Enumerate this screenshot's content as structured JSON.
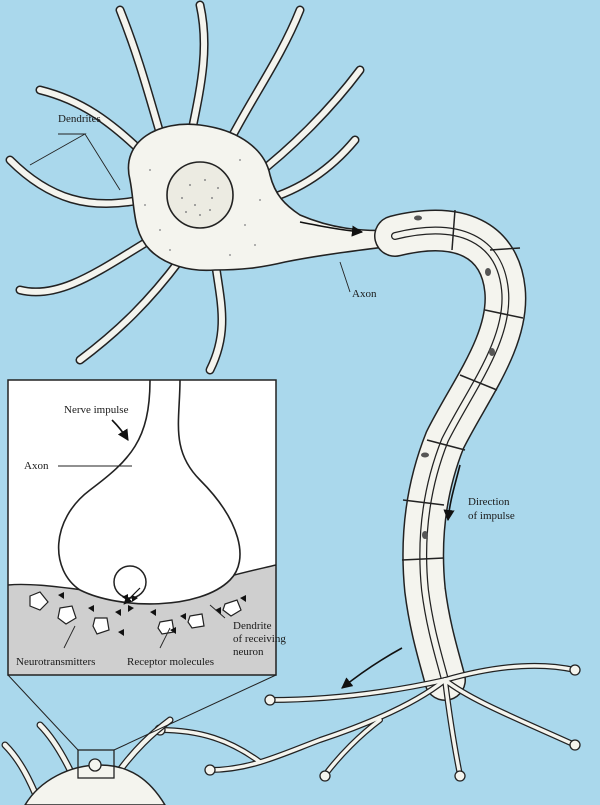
{
  "labels": {
    "dendrites": "Dendrites",
    "axon_main": "Axon",
    "direction_line1": "Direction",
    "direction_line2": "of impulse",
    "nerve_impulse": "Nerve impulse",
    "axon_inset": "Axon",
    "neurotransmitters": "Neurotransmitters",
    "receptor_molecules": "Receptor molecules",
    "dendrite_line1": "Dendrite",
    "dendrite_line2": "of receiving",
    "dendrite_line3": "neuron"
  },
  "colors": {
    "background": "#aad8ec",
    "cell": "#f4f4ee",
    "outline": "#222222",
    "inset_bg": "#ffffff",
    "receiving_membrane": "#cfcfcf"
  }
}
